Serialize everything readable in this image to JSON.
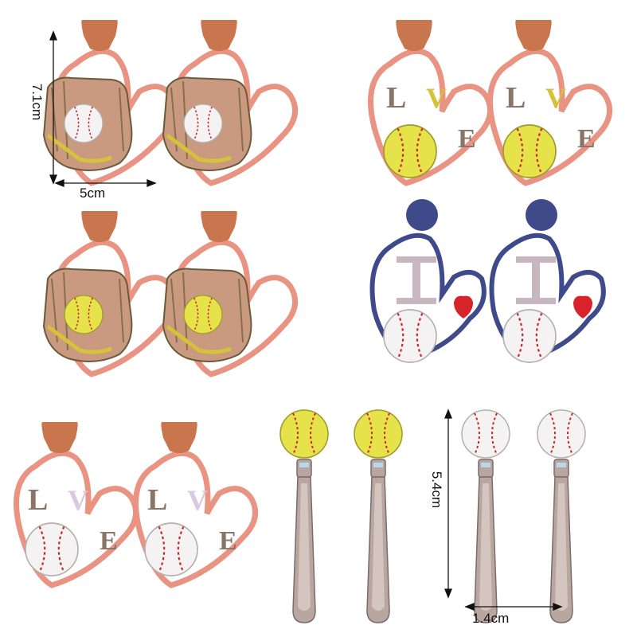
{
  "dimensions": {
    "height_1": "7.1cm",
    "width_1": "5cm",
    "height_2": "5.4cm",
    "width_2": "1.4cm"
  },
  "products": [
    {
      "name": "glove-heart-earrings",
      "variant": "baseball"
    },
    {
      "name": "love-heart-earrings",
      "variant": "softball"
    },
    {
      "name": "glove-heart-earrings",
      "variant": "softball"
    },
    {
      "name": "i-love-baseball-earrings",
      "variant": "baseball"
    },
    {
      "name": "love-heart-earrings",
      "variant": "baseball"
    },
    {
      "name": "bat-earrings",
      "variant": "softball"
    },
    {
      "name": "bat-earrings",
      "variant": "baseball"
    }
  ],
  "colors": {
    "wood": "#c9764f",
    "heart": "#e99383",
    "glove": "#c99a80",
    "softball": "#e6e24a",
    "baseball": "#f4f2f2",
    "stitch": "#c8282d",
    "navy": "#3f4a8a",
    "red_heart": "#d8232a",
    "bat": "#b9a6a0",
    "letters": "#8a7468"
  },
  "icons": [
    "heart-icon",
    "baseball-glove-icon",
    "softball-icon",
    "baseball-icon",
    "bat-icon"
  ]
}
